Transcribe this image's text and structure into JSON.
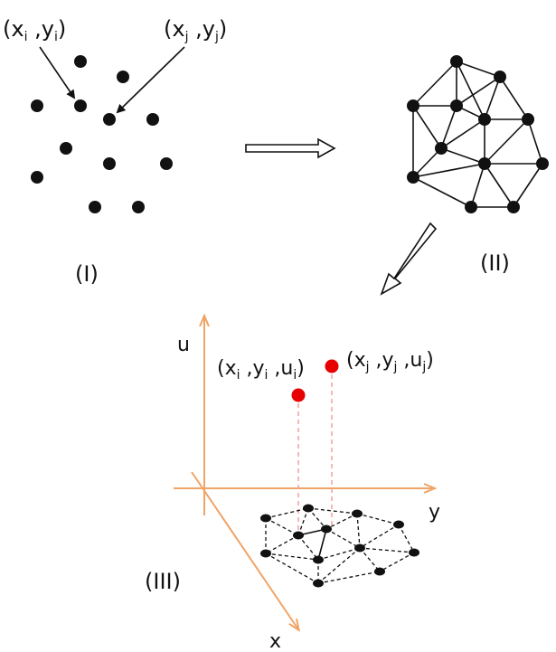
{
  "colors": {
    "ink": "#111111",
    "axis": "#f0a466",
    "highlight": "#e60000",
    "guide": "#f2a0a0"
  },
  "panel1": {
    "label": "(I)",
    "point_i": {
      "open": "(x",
      "sub1": "i",
      "comma": " ,y",
      "sub2": "i",
      "close": ")"
    },
    "point_j": {
      "open": "(x",
      "sub1": "j",
      "comma": " ,y",
      "sub2": "j",
      "close": ")"
    }
  },
  "panel2": {
    "label": "(II)"
  },
  "panel3": {
    "label": "(III)",
    "axis_u": "u",
    "axis_x": "x",
    "axis_y": "y",
    "point_i": {
      "open": "(x",
      "s1": "i",
      "m1": " ,y",
      "s2": "i",
      "m2": " ,u",
      "s3": "i",
      "close": ")"
    },
    "point_j": {
      "open": "(x",
      "s1": "j",
      "m1": " ,y",
      "s2": "j",
      "m2": " ,u",
      "s3": "j",
      "close": ")"
    }
  },
  "icons": {
    "arrow_right": "hollow-arrow-right-icon",
    "arrow_down_left": "hollow-arrow-down-left-icon"
  }
}
